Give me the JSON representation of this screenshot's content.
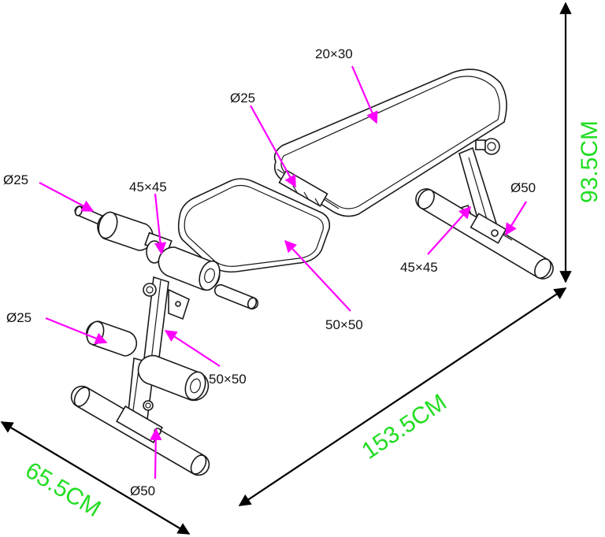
{
  "colors": {
    "callout_arrow": "#ff00ff",
    "dimension_text": "#22dd22",
    "dimension_arrow": "#000000",
    "line_art": "#1a1a1a"
  },
  "callouts": {
    "backrest": "20×30",
    "seat_tube": "Ø25",
    "top_leg_bar": "Ø25",
    "upper_joint": "45×45",
    "back_foot_tube": "Ø50",
    "rear_joint": "45×45",
    "mid_leg_bar": "Ø25",
    "seat_frame": "50×50",
    "front_post": "50×50",
    "front_foot_tube": "Ø50"
  },
  "dimensions": {
    "height": "93.5CM",
    "length": "153.5CM",
    "width": "65.5CM"
  }
}
